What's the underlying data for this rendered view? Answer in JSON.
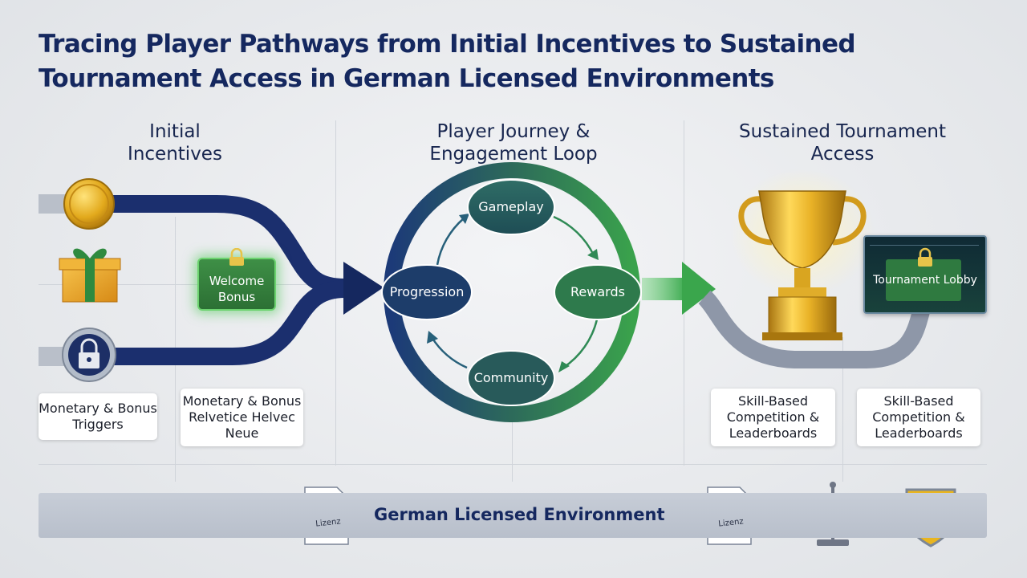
{
  "title": "Tracing Player Pathways from Initial Incentives to Sustained Tournament Access in German Licensed Environments",
  "columns": {
    "left": "Initial Incentives",
    "middle": "Player Journey & Engagement Loop",
    "right": "Sustained Tournament Access"
  },
  "loop_nodes": {
    "top": "Gameplay",
    "right": "Rewards",
    "bottom": "Community",
    "left": "Progression"
  },
  "welcome_bonus": "Welcome Bonus",
  "tournament_lobby": "Tournament Lobby",
  "cards": {
    "left1": "Monetary & Bonus Triggers",
    "left2": "Monetary & Bonus Relvetice Helvec Neue",
    "right1": "Skill-Based Competition & Leaderboards",
    "right2": "Skill-Based Competition & Leaderboards"
  },
  "banner": "German Licensed Environment",
  "doc_stamp": "Lizenz",
  "icons": [
    "coin-icon",
    "gift-icon",
    "padlock-icon",
    "trophy-icon",
    "document-icon",
    "scales-icon",
    "eagle-shield-icon"
  ],
  "colors": {
    "navy": "#15285f",
    "green": "#35a14a",
    "gold": "#d9a520"
  }
}
